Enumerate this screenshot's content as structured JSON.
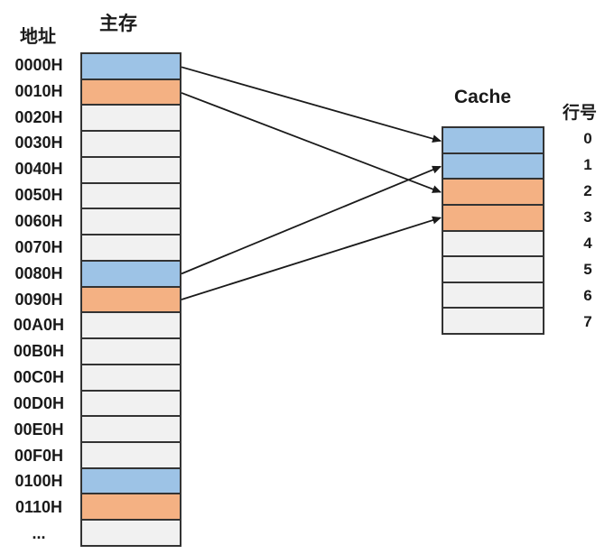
{
  "labels": {
    "address_title": "地址",
    "memory_title": "主存",
    "cache_title": "Cache",
    "line_number_title": "行号"
  },
  "colors": {
    "blue": "#9DC3E6",
    "orange": "#F4B183",
    "empty": "#F1F1F1",
    "line": "#333333",
    "ink": "#1a1a1a"
  },
  "main_memory": {
    "rows": [
      {
        "address": "0000H",
        "color": "blue"
      },
      {
        "address": "0010H",
        "color": "orange"
      },
      {
        "address": "0020H",
        "color": "empty"
      },
      {
        "address": "0030H",
        "color": "empty"
      },
      {
        "address": "0040H",
        "color": "empty"
      },
      {
        "address": "0050H",
        "color": "empty"
      },
      {
        "address": "0060H",
        "color": "empty"
      },
      {
        "address": "0070H",
        "color": "empty"
      },
      {
        "address": "0080H",
        "color": "blue"
      },
      {
        "address": "0090H",
        "color": "orange"
      },
      {
        "address": "00A0H",
        "color": "empty"
      },
      {
        "address": "00B0H",
        "color": "empty"
      },
      {
        "address": "00C0H",
        "color": "empty"
      },
      {
        "address": "00D0H",
        "color": "empty"
      },
      {
        "address": "00E0H",
        "color": "empty"
      },
      {
        "address": "00F0H",
        "color": "empty"
      },
      {
        "address": "0100H",
        "color": "blue"
      },
      {
        "address": "0110H",
        "color": "orange"
      },
      {
        "address": "...",
        "color": "empty"
      }
    ]
  },
  "cache": {
    "lines": [
      {
        "line": "0",
        "color": "blue"
      },
      {
        "line": "1",
        "color": "blue"
      },
      {
        "line": "2",
        "color": "orange"
      },
      {
        "line": "3",
        "color": "orange"
      },
      {
        "line": "4",
        "color": "empty"
      },
      {
        "line": "5",
        "color": "empty"
      },
      {
        "line": "6",
        "color": "empty"
      },
      {
        "line": "7",
        "color": "empty"
      }
    ]
  },
  "mappings": [
    {
      "from_address": "0000H",
      "to_line": "0"
    },
    {
      "from_address": "0010H",
      "to_line": "2"
    },
    {
      "from_address": "0080H",
      "to_line": "1"
    },
    {
      "from_address": "0090H",
      "to_line": "3"
    }
  ]
}
